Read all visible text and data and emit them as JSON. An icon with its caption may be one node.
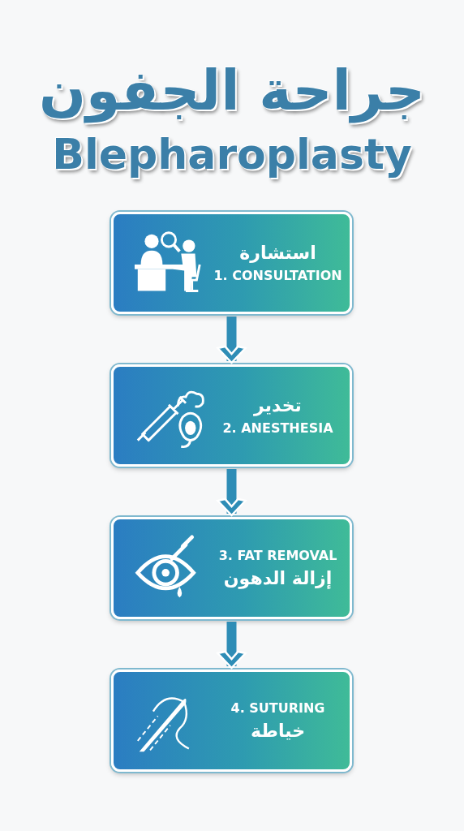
{
  "diagram": {
    "title": "جراحة الجفون",
    "nodes": [
      {
        "text": [
          "استشارة",
          "1. CONSULTATION"
        ]
      },
      {
        "text": [
          "تخدير",
          "2. ANESTHESIA"
        ]
      },
      {
        "text": [
          "3. FAT REMOVAL",
          "إزالة الدهون"
        ]
      },
      {
        "text": [
          "4. SUTURING",
          "خياطة"
        ]
      }
    ],
    "edges": [
      {
        "from": 0,
        "to": 1,
        "arrow": "to"
      },
      {
        "from": 1,
        "to": 2,
        "arrow": "to"
      },
      {
        "from": 2,
        "to": 3,
        "arrow": "to"
      }
    ],
    "labels": [
      "Blepharoplasty"
    ]
  }
}
